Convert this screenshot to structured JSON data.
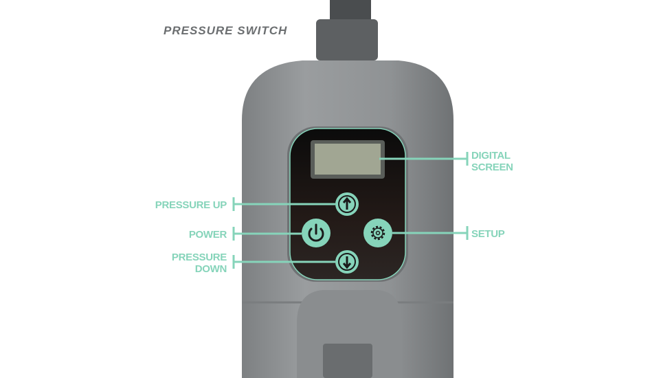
{
  "title": "PRESSURE SWITCH",
  "accent_color": "#86d4ba",
  "labels": {
    "digital_screen": [
      "DIGITAL",
      "SCREEN"
    ],
    "pressure_up": "PRESSURE UP",
    "power": "POWER",
    "pressure_down": [
      "PRESSURE",
      "DOWN"
    ],
    "setup": "SETUP"
  },
  "icons": {
    "up": "arrow-up-icon",
    "power": "power-icon",
    "setup": "gear-icon",
    "down": "arrow-down-icon"
  }
}
